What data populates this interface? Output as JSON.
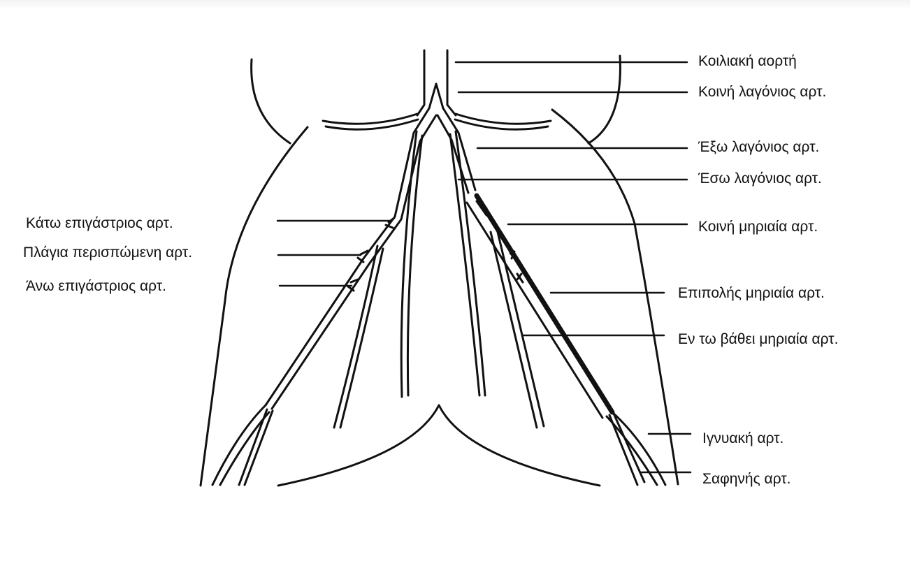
{
  "labels": {
    "abdominal_aorta": "Κοιλιακή αορτή",
    "common_iliac": "Κοινή λαγόνιος αρτ.",
    "external_iliac": "Έξω λαγόνιος αρτ.",
    "internal_iliac": "Έσω λαγόνιος αρτ.",
    "common_femoral": "Κοινή μηριαία αρτ.",
    "superficial_femoral": "Επιπολής μηριαία αρτ.",
    "deep_femoral": "Εν τω βάθει μηριαία αρτ.",
    "popliteal": "Ιγνυακή αρτ.",
    "saphenous": "Σαφηνής αρτ.",
    "inferior_epigastric": "Κάτω επιγάστριος αρτ.",
    "circumflex": "Πλάγια περισπώμενη αρτ.",
    "superior_epigastric": "Άνω επιγάστριος αρτ."
  }
}
